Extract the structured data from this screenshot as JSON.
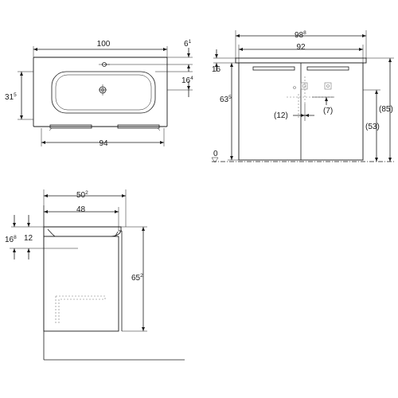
{
  "top_view": {
    "width_total": {
      "main": "100",
      "sup": ""
    },
    "tap_offset": {
      "main": "6",
      "sup": "1"
    },
    "bowl_depth": {
      "main": "16",
      "sup": "4"
    },
    "depth": {
      "main": "31",
      "sup": "5"
    },
    "cabinet_width": {
      "main": "94",
      "sup": ""
    }
  },
  "front_view": {
    "overall_width": {
      "main": "98",
      "sup": "8"
    },
    "cabinet_width": {
      "main": "92",
      "sup": ""
    },
    "top_thickness": {
      "main": "16",
      "sup": ""
    },
    "cabinet_height": {
      "main": "63",
      "sup": "5"
    },
    "drain_spacing": {
      "main": "(12)",
      "sup": ""
    },
    "drain_offset": {
      "main": "(7)",
      "sup": ""
    },
    "floor_level": {
      "main": "0",
      "sup": ""
    },
    "height_to_top": {
      "main": "(85)",
      "sup": ""
    },
    "height_to_bottom": {
      "main": "(53)",
      "sup": ""
    }
  },
  "side_view": {
    "overall_depth": {
      "main": "50",
      "sup": "2"
    },
    "cabinet_depth": {
      "main": "48",
      "sup": ""
    },
    "rim_height": {
      "main": "12",
      "sup": ""
    },
    "bowl_height": {
      "main": "16",
      "sup": "8"
    },
    "total_height": {
      "main": "65",
      "sup": "2"
    }
  }
}
